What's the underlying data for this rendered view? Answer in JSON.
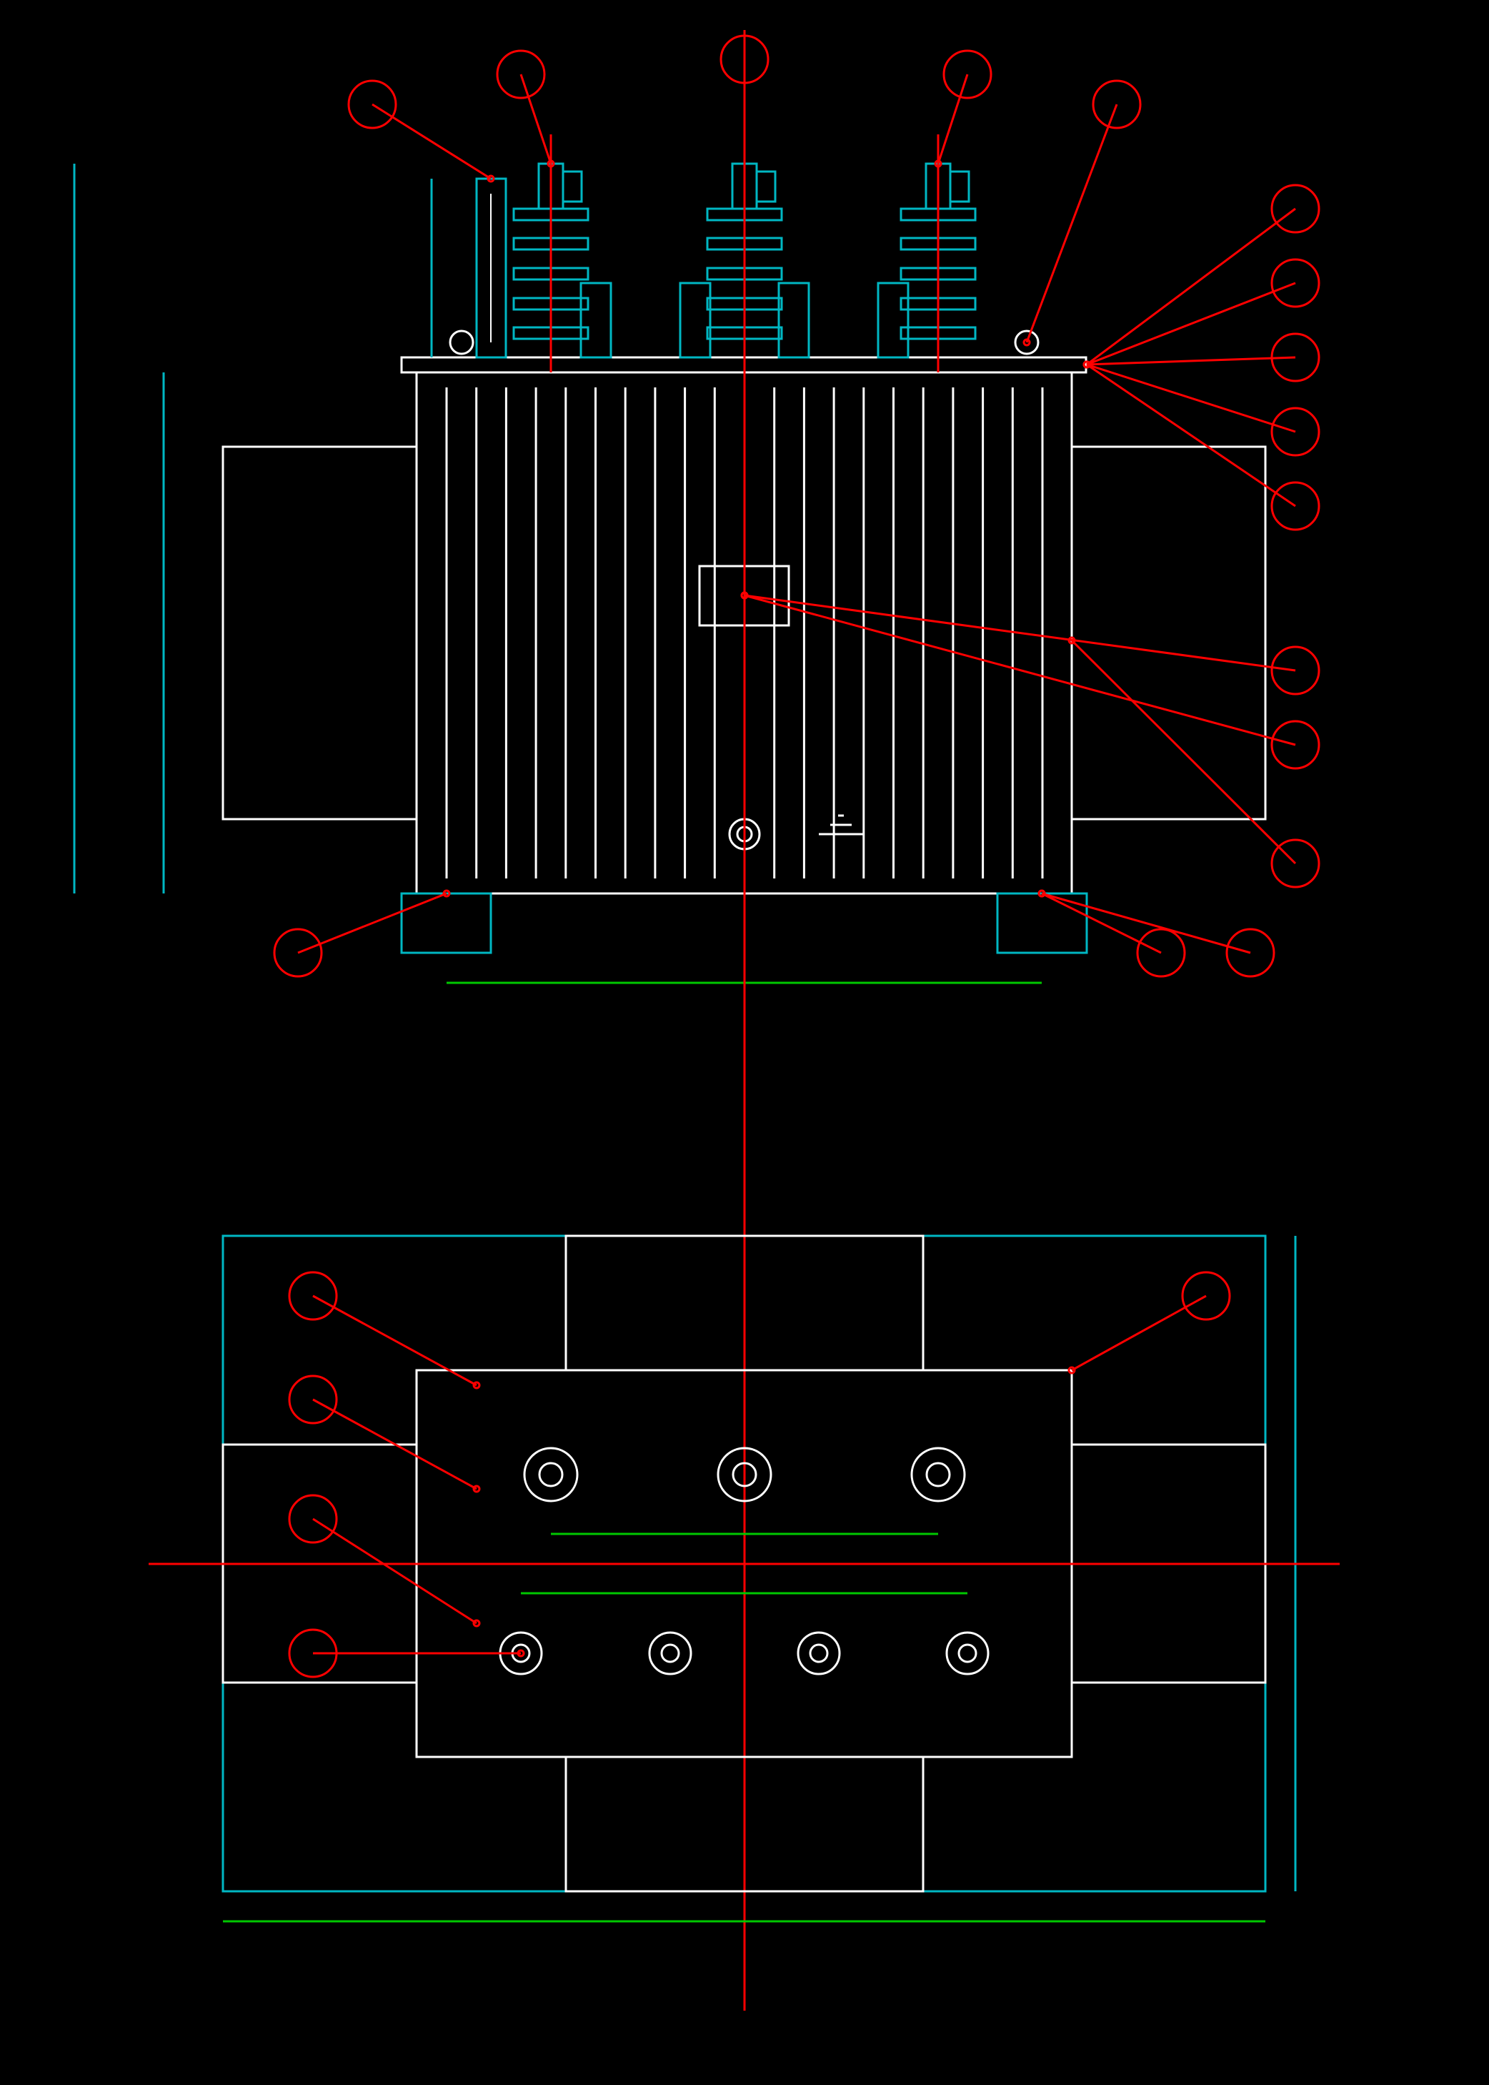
{
  "drawing": {
    "title": "",
    "background": "#000000",
    "colors": {
      "outline": "#FFFFFF",
      "secondary": "#00B7C3",
      "leader": "#FF0000",
      "dimension": "#00C800"
    },
    "views": [
      {
        "name": "front-elevation",
        "description": ""
      },
      {
        "name": "plan-view",
        "description": ""
      }
    ],
    "front_view": {
      "bushing_count": 3,
      "fin_count": 21,
      "callout_count": 16,
      "callout_labels": []
    },
    "top_view": {
      "hv_terminal_count": 3,
      "lv_terminal_count": 4,
      "callout_count": 5,
      "callout_labels": []
    }
  }
}
